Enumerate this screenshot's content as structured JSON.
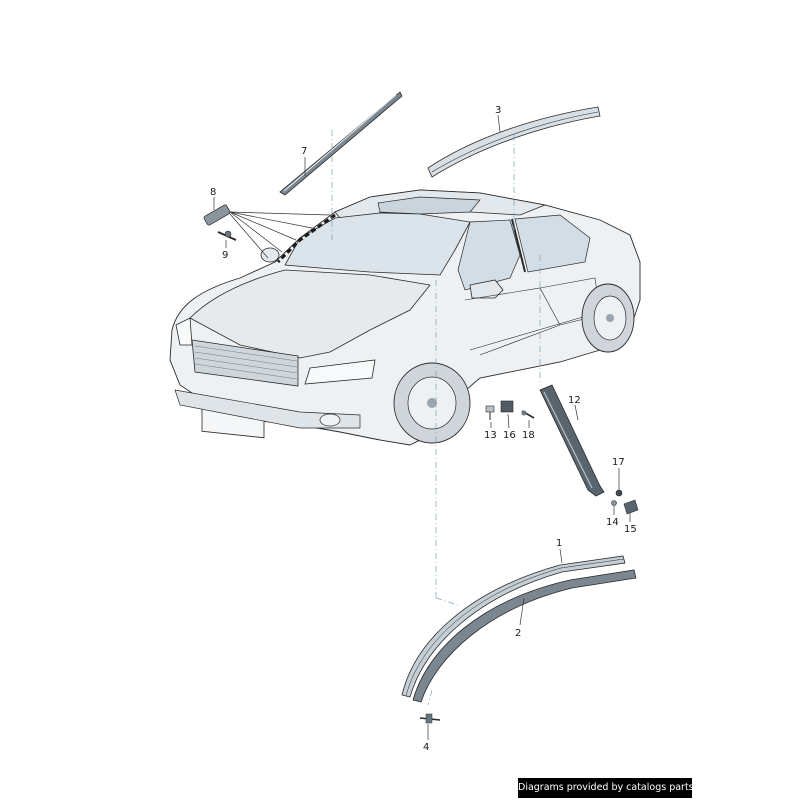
{
  "callouts": {
    "c1": "1",
    "c2": "2",
    "c3": "3",
    "c4": "4",
    "c7": "7",
    "c8": "8",
    "c9": "9",
    "c12": "12",
    "c13": "13",
    "c14": "14",
    "c15": "15",
    "c16": "16",
    "c17": "17",
    "c18": "18"
  },
  "watermark": "Diagrams provided by catalogs parts",
  "colors": {
    "ink": "#2a2a2a",
    "car_body": "#eef1f3",
    "glass": "#dbe4ea",
    "rubber": "#5a6670",
    "dash_leader": "#7aa0b4",
    "watermark_bg": "#000000"
  }
}
